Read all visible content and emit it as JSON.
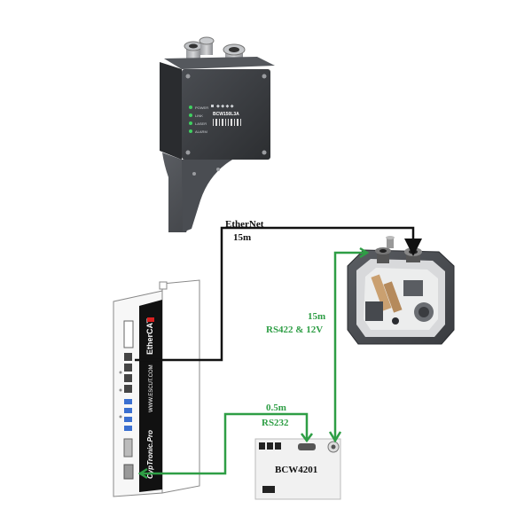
{
  "connections": {
    "ethernet": {
      "line1": "EtherNet",
      "line2": "15m",
      "color": "#111111"
    },
    "rs422": {
      "line1": "15m",
      "line2": "RS422 & 12V",
      "color": "#2e9e45"
    },
    "rs232": {
      "line1": "0.5m",
      "line2": "RS232",
      "color": "#2e9e45"
    }
  },
  "devices": {
    "reader_unit": {
      "model": "BCW150L3A",
      "leds": [
        "POWER",
        "LINK",
        "LASER",
        "ALARM"
      ],
      "body_color": "#3b3e42"
    },
    "controller": {
      "brand": "CypTronic.Pro",
      "url": "WWW.ESCUT.COM",
      "bus": "EtherCAT"
    },
    "box": {
      "name": "BCW4201"
    }
  },
  "colors": {
    "cable_black": "#111111",
    "cable_green": "#2e9e45"
  }
}
